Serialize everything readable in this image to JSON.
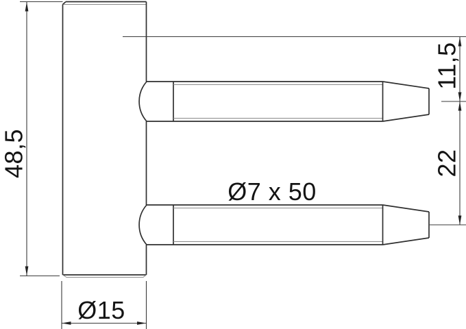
{
  "drawing": {
    "kind": "technical-dimension-drawing",
    "dimensions": {
      "body_height": "48,5",
      "body_diameter": "Ø15",
      "pin_spec": "Ø7 x 50",
      "pin_top_offset": "11,5",
      "pin_spacing": "22"
    },
    "colors": {
      "outline": "#2f2f2f",
      "thin_line": "#8a8a8a",
      "dimension_line": "#3a3a3a",
      "text": "#141414",
      "background": "#ffffff"
    }
  }
}
